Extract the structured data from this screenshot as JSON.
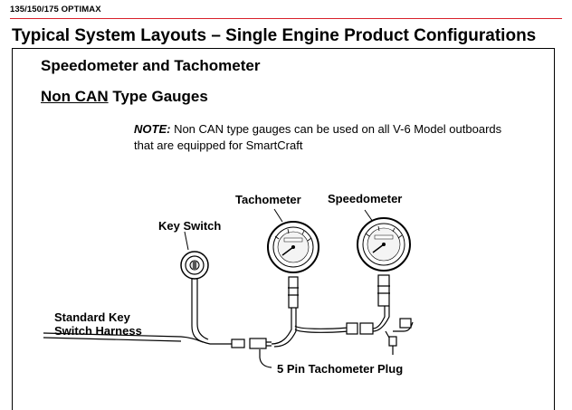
{
  "header": {
    "model": "135/150/175 OPTIMAX"
  },
  "page": {
    "title": "Typical System Layouts – Single Engine Product Configurations"
  },
  "section": {
    "title": "Speedometer and Tachometer"
  },
  "subsection": {
    "underlined": "Non CAN",
    "rest": " Type Gauges"
  },
  "note": {
    "label": "NOTE:",
    "text": " Non CAN type gauges can be used on all V-6 Model outboards that are equipped for SmartCraft"
  },
  "diagram": {
    "tachometer_label": "Tachometer",
    "speedometer_label": "Speedometer",
    "key_switch_label": "Key Switch",
    "harness_label_line1": "Standard Key",
    "harness_label_line2": "Switch Harness",
    "plug_label": "5 Pin Tachometer Plug"
  }
}
